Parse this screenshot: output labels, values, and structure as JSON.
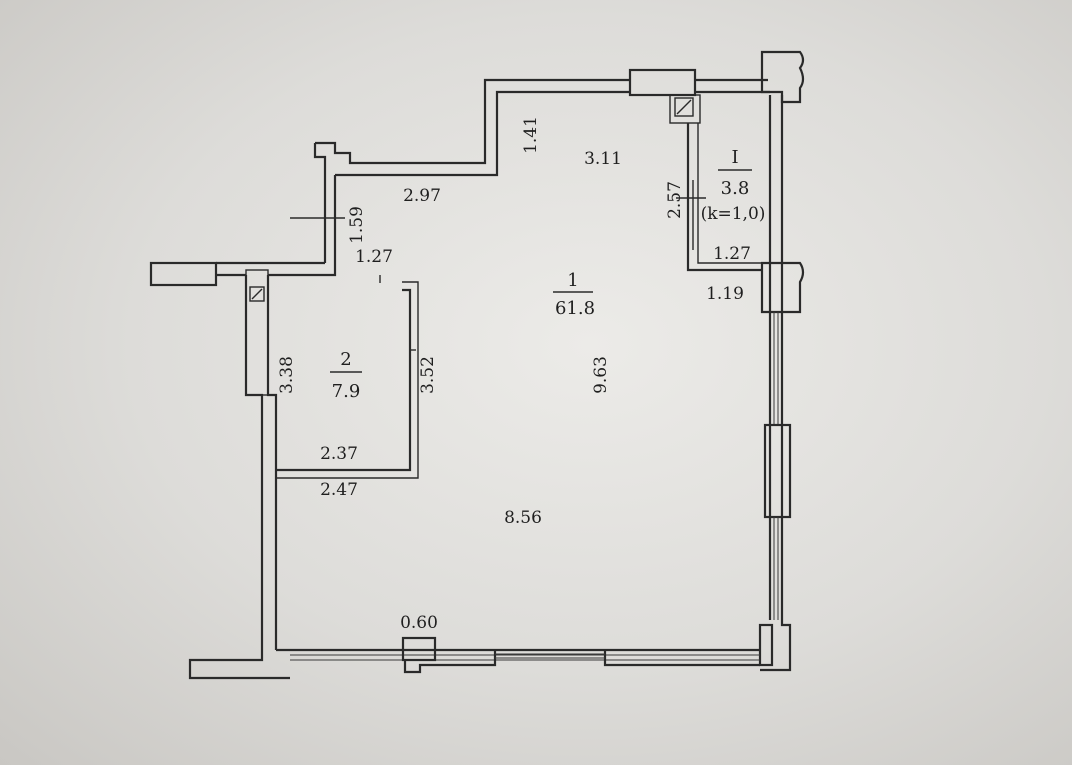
{
  "rooms": {
    "main": {
      "number": "1",
      "area": "61.8"
    },
    "bath": {
      "number": "2",
      "area": "7.9"
    },
    "loggia": {
      "number": "I",
      "area": "3.8",
      "coef": "(k=1,0)"
    }
  },
  "dimensions": {
    "d_1_41": "1.41",
    "d_3_11": "3.11",
    "d_2_97": "2.97",
    "d_1_59": "1.59",
    "d_1_27_top": "1.27",
    "d_2_57": "2.57",
    "d_1_27_loggia": "1.27",
    "d_1_19": "1.19",
    "d_3_38": "3.38",
    "d_3_52": "3.52",
    "d_9_63": "9.63",
    "d_2_37": "2.37",
    "d_2_47": "2.47",
    "d_8_56": "8.56",
    "d_0_60": "0.60"
  }
}
